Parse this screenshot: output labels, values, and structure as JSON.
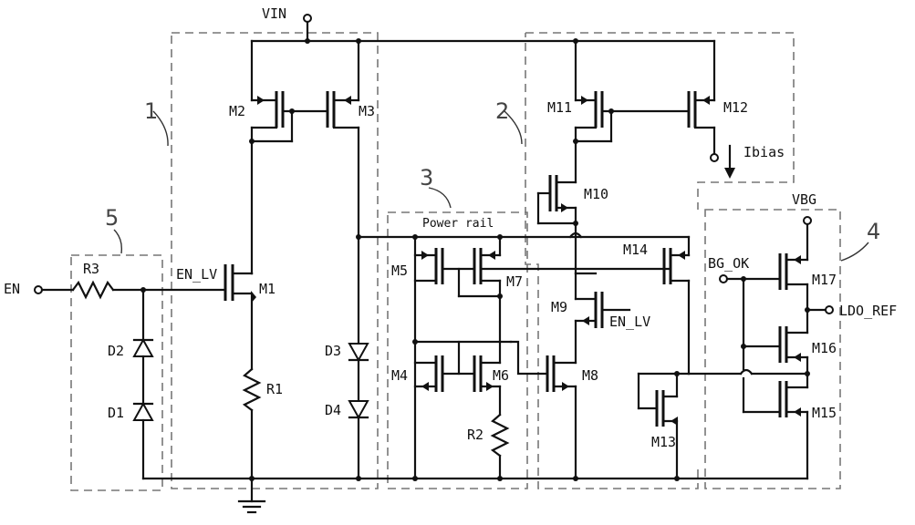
{
  "nets": {
    "vin": "VIN",
    "en": "EN",
    "en_lv": "EN_LV",
    "en_lv2": "EN_LV",
    "vbg": "VBG",
    "bg_ok": "BG_OK",
    "ldo_ref": "LDO_REF",
    "ibias": "Ibias"
  },
  "blocks": {
    "b1": "1",
    "b2": "2",
    "b3": "3",
    "b4": "4",
    "b5": "5",
    "power_rail": "Power rail"
  },
  "transistors": {
    "m1": "M1",
    "m2": "M2",
    "m3": "M3",
    "m4": "M4",
    "m5": "M5",
    "m6": "M6",
    "m7": "M7",
    "m8": "M8",
    "m9": "M9",
    "m10": "M10",
    "m11": "M11",
    "m12": "M12",
    "m13": "M13",
    "m14": "M14",
    "m15": "M15",
    "m16": "M16",
    "m17": "M17"
  },
  "resistors": {
    "r1": "R1",
    "r2": "R2",
    "r3": "R3"
  },
  "diodes": {
    "d1": "D1",
    "d2": "D2",
    "d3": "D3",
    "d4": "D4"
  }
}
